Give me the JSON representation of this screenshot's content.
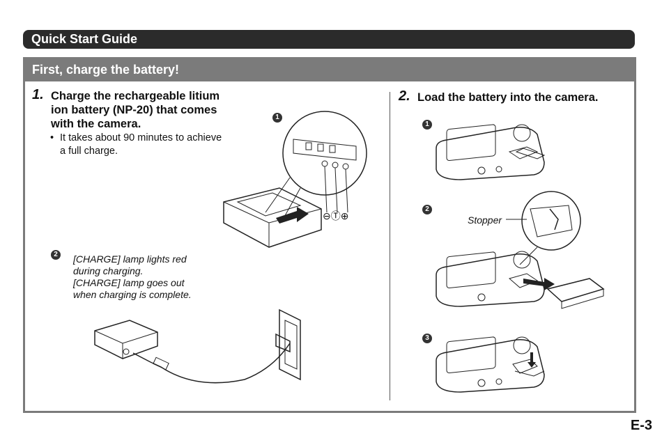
{
  "header": {
    "title": "Quick Start Guide"
  },
  "section": {
    "title": "First, charge the battery!"
  },
  "step1": {
    "number": "1.",
    "text_line1": "Charge the rechargeable litium",
    "text_line2": "ion battery (NP-20) that comes",
    "text_line3": "with the camera.",
    "bullet_line1": "It takes about 90 minutes to achieve",
    "bullet_line2": "a full charge.",
    "callout1": "1",
    "callout2": "2",
    "polarity": [
      "⊖",
      "Ⓣ",
      "⊕"
    ],
    "note_line1": "[CHARGE] lamp lights red",
    "note_line2": "during charging.",
    "note_line3": "[CHARGE] lamp goes out",
    "note_line4": "when charging is complete."
  },
  "step2": {
    "number": "2.",
    "text": "Load the battery into the camera.",
    "callout1": "1",
    "callout2": "2",
    "callout3": "3",
    "stopper_label": "Stopper"
  },
  "footer": {
    "page_number": "E-3"
  }
}
